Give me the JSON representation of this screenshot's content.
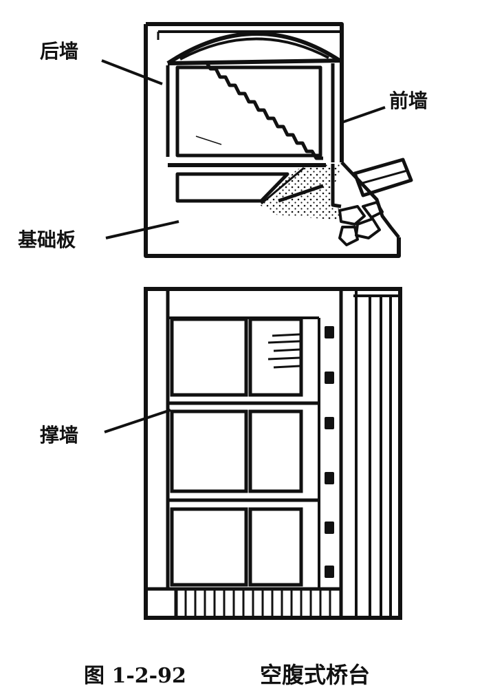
{
  "labels": {
    "rear_wall": "后墙",
    "front_wall": "前墙",
    "foundation_slab": "基础板",
    "buttress_wall": "撑墙"
  },
  "caption": {
    "figure_number": "图 1-2-92",
    "title": "空腹式桥台"
  },
  "colors": {
    "ink": "#111111",
    "paper": "#ffffff"
  }
}
